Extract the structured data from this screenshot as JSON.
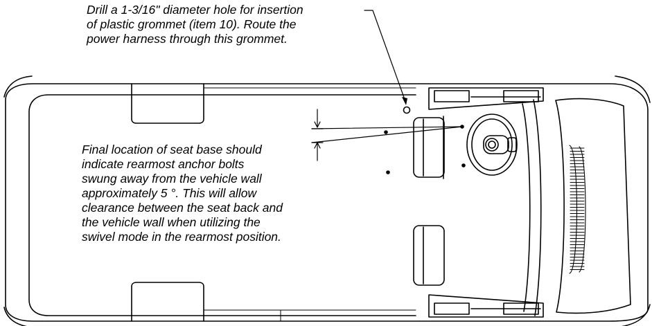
{
  "notes": {
    "grommet_hole": [
      "Drill a 1-3/16\" diameter hole for insertion",
      "of plastic grommet (item 10).  Route the",
      "power harness through this grommet."
    ],
    "seat_base": [
      "Final location of seat base should",
      "indicate rearmost anchor bolts",
      "swung away from the vehicle wall",
      "approximately 5 °.  This will allow",
      "clearance between the seat back and",
      "the vehicle wall when utilizing the",
      "swivel mode in the rearmost position."
    ]
  },
  "colors": {
    "ink": "#000000",
    "paper": "#ffffff"
  }
}
